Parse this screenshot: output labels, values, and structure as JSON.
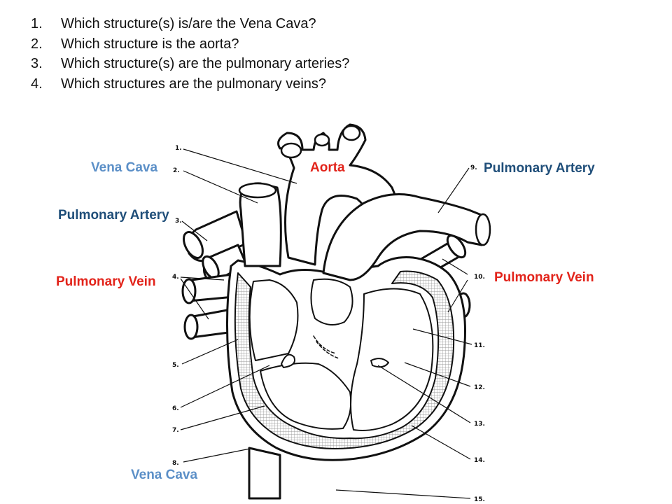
{
  "questions": [
    {
      "num": "1.",
      "text": "Which structure(s) is/are the Vena Cava?"
    },
    {
      "num": "2.",
      "text": "Which structure is the aorta?"
    },
    {
      "num": "3.",
      "text": "Which structure(s) are the pulmonary arteries?"
    },
    {
      "num": "4.",
      "text": "Which structures are the pulmonary veins?"
    }
  ],
  "labels": {
    "vena_cava_top": "Vena Cava",
    "aorta": "Aorta",
    "pulmonary_artery_right": "Pulmonary Artery",
    "pulmonary_artery_left": "Pulmonary Artery",
    "pulmonary_vein_left": "Pulmonary Vein",
    "pulmonary_vein_right": "Pulmonary Vein",
    "vena_cava_bottom": "Vena Cava"
  },
  "numbers": [
    "1.",
    "2.",
    "3.",
    "4.",
    "5.",
    "6.",
    "7.",
    "8.",
    "9.",
    "10.",
    "11.",
    "12.",
    "13.",
    "14.",
    "15."
  ],
  "colors": {
    "vena_cava": "#5b8fc7",
    "aorta": "#e2231a",
    "pulmonary_artery": "#1f4e79",
    "pulmonary_vein": "#e2231a"
  }
}
